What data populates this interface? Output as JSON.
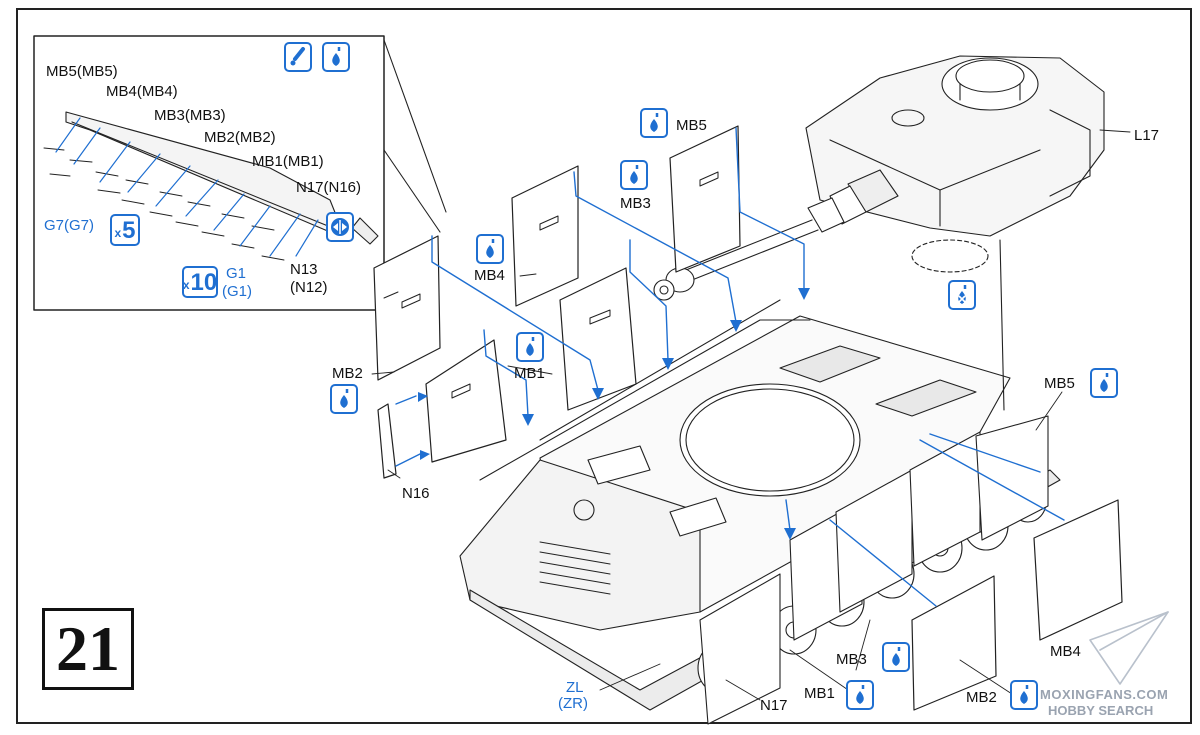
{
  "step_number": "21",
  "inset": {
    "labels": {
      "mb5": "MB5(MB5)",
      "mb4": "MB4(MB4)",
      "mb3": "MB3(MB3)",
      "mb2": "MB2(MB2)",
      "mb1": "MB1(MB1)",
      "n17": "N17(N16)",
      "n13": "N13",
      "n12": "(N12)",
      "g7": "G7(G7)",
      "g1": "G1",
      "g1b": "(G1)"
    },
    "multipliers": {
      "g7_count": "5",
      "g1_count": "10",
      "prefix": "x"
    },
    "icons": [
      "brush-icon",
      "glue-drop-icon",
      "mirror-opposite-side-icon"
    ]
  },
  "labels": {
    "mb5_top": "MB5",
    "mb3_top": "MB3",
    "mb4": "MB4",
    "mb2_left": "MB2",
    "mb1_left": "MB1",
    "n16": "N16",
    "l17": "L17",
    "mb5_right": "MB5",
    "mb3_bottom": "MB3",
    "mb1_bottom": "MB1",
    "mb2_bottom": "MB2",
    "mb4_bottom": "MB4",
    "n17": "N17",
    "zl": "ZL",
    "zr": "(ZR)"
  },
  "watermark": {
    "line1": "MOXINGFANS.COM",
    "line2": "HOBBY SEARCH"
  },
  "colors": {
    "accent": "#1f6fd1",
    "line": "#222222"
  }
}
